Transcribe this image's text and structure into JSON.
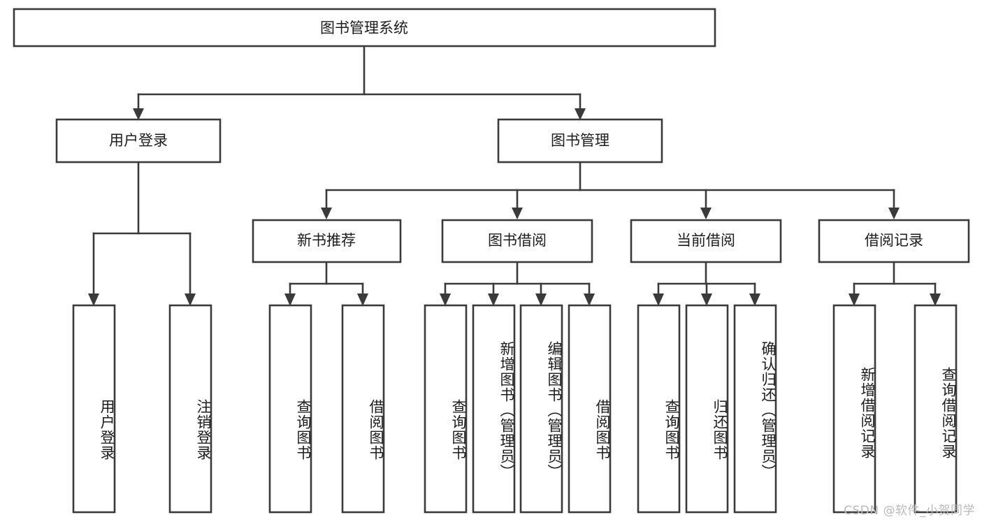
{
  "diagram": {
    "type": "tree",
    "title": "图书管理系统",
    "root": {
      "label": "图书管理系统",
      "children": [
        {
          "label": "用户登录",
          "children": [
            {
              "label": "用户登录"
            },
            {
              "label": "注销登录"
            }
          ]
        },
        {
          "label": "图书管理",
          "children": [
            {
              "label": "新书推荐",
              "children": [
                {
                  "label": "查询图书"
                },
                {
                  "label": "借阅图书"
                }
              ]
            },
            {
              "label": "图书借阅",
              "children": [
                {
                  "label": "查询图书"
                },
                {
                  "label": "新增图书（管理员）"
                },
                {
                  "label": "编辑图书（管理员）"
                },
                {
                  "label": "借阅图书"
                }
              ]
            },
            {
              "label": "当前借阅",
              "children": [
                {
                  "label": "查询图书"
                },
                {
                  "label": "归还图书"
                },
                {
                  "label": "确认归还（管理员）"
                }
              ]
            },
            {
              "label": "借阅记录",
              "children": [
                {
                  "label": "新增借阅记录"
                },
                {
                  "label": "查询借阅记录"
                }
              ]
            }
          ]
        }
      ]
    },
    "nodes": {
      "root": "图书管理系统",
      "l1_user_login": "用户登录",
      "l1_book_mgmt": "图书管理",
      "l2_new_book": "新书推荐",
      "l2_borrow": "图书借阅",
      "l2_current": "当前借阅",
      "l2_record": "借阅记录",
      "leaf_user_login": "用户登录",
      "leaf_logout": "注销登录",
      "leaf_nb_query": "查询图书",
      "leaf_nb_borrow": "借阅图书",
      "leaf_bb_query": "查询图书",
      "leaf_bb_add": "新增图书（管理员）",
      "leaf_bb_edit": "编辑图书（管理员）",
      "leaf_bb_borrow": "借阅图书",
      "leaf_cb_query": "查询图书",
      "leaf_cb_return": "归还图书",
      "leaf_cb_confirm": "确认归还（管理员）",
      "leaf_rec_add": "新增借阅记录",
      "leaf_rec_query": "查询借阅记录"
    },
    "colors": {
      "stroke": "#3a3a3a",
      "fill": "#ffffff",
      "text": "#1c1c1c",
      "watermark": "#b9b9b9"
    }
  },
  "watermark": {
    "text": "CSDN @软件_小贺同学"
  }
}
